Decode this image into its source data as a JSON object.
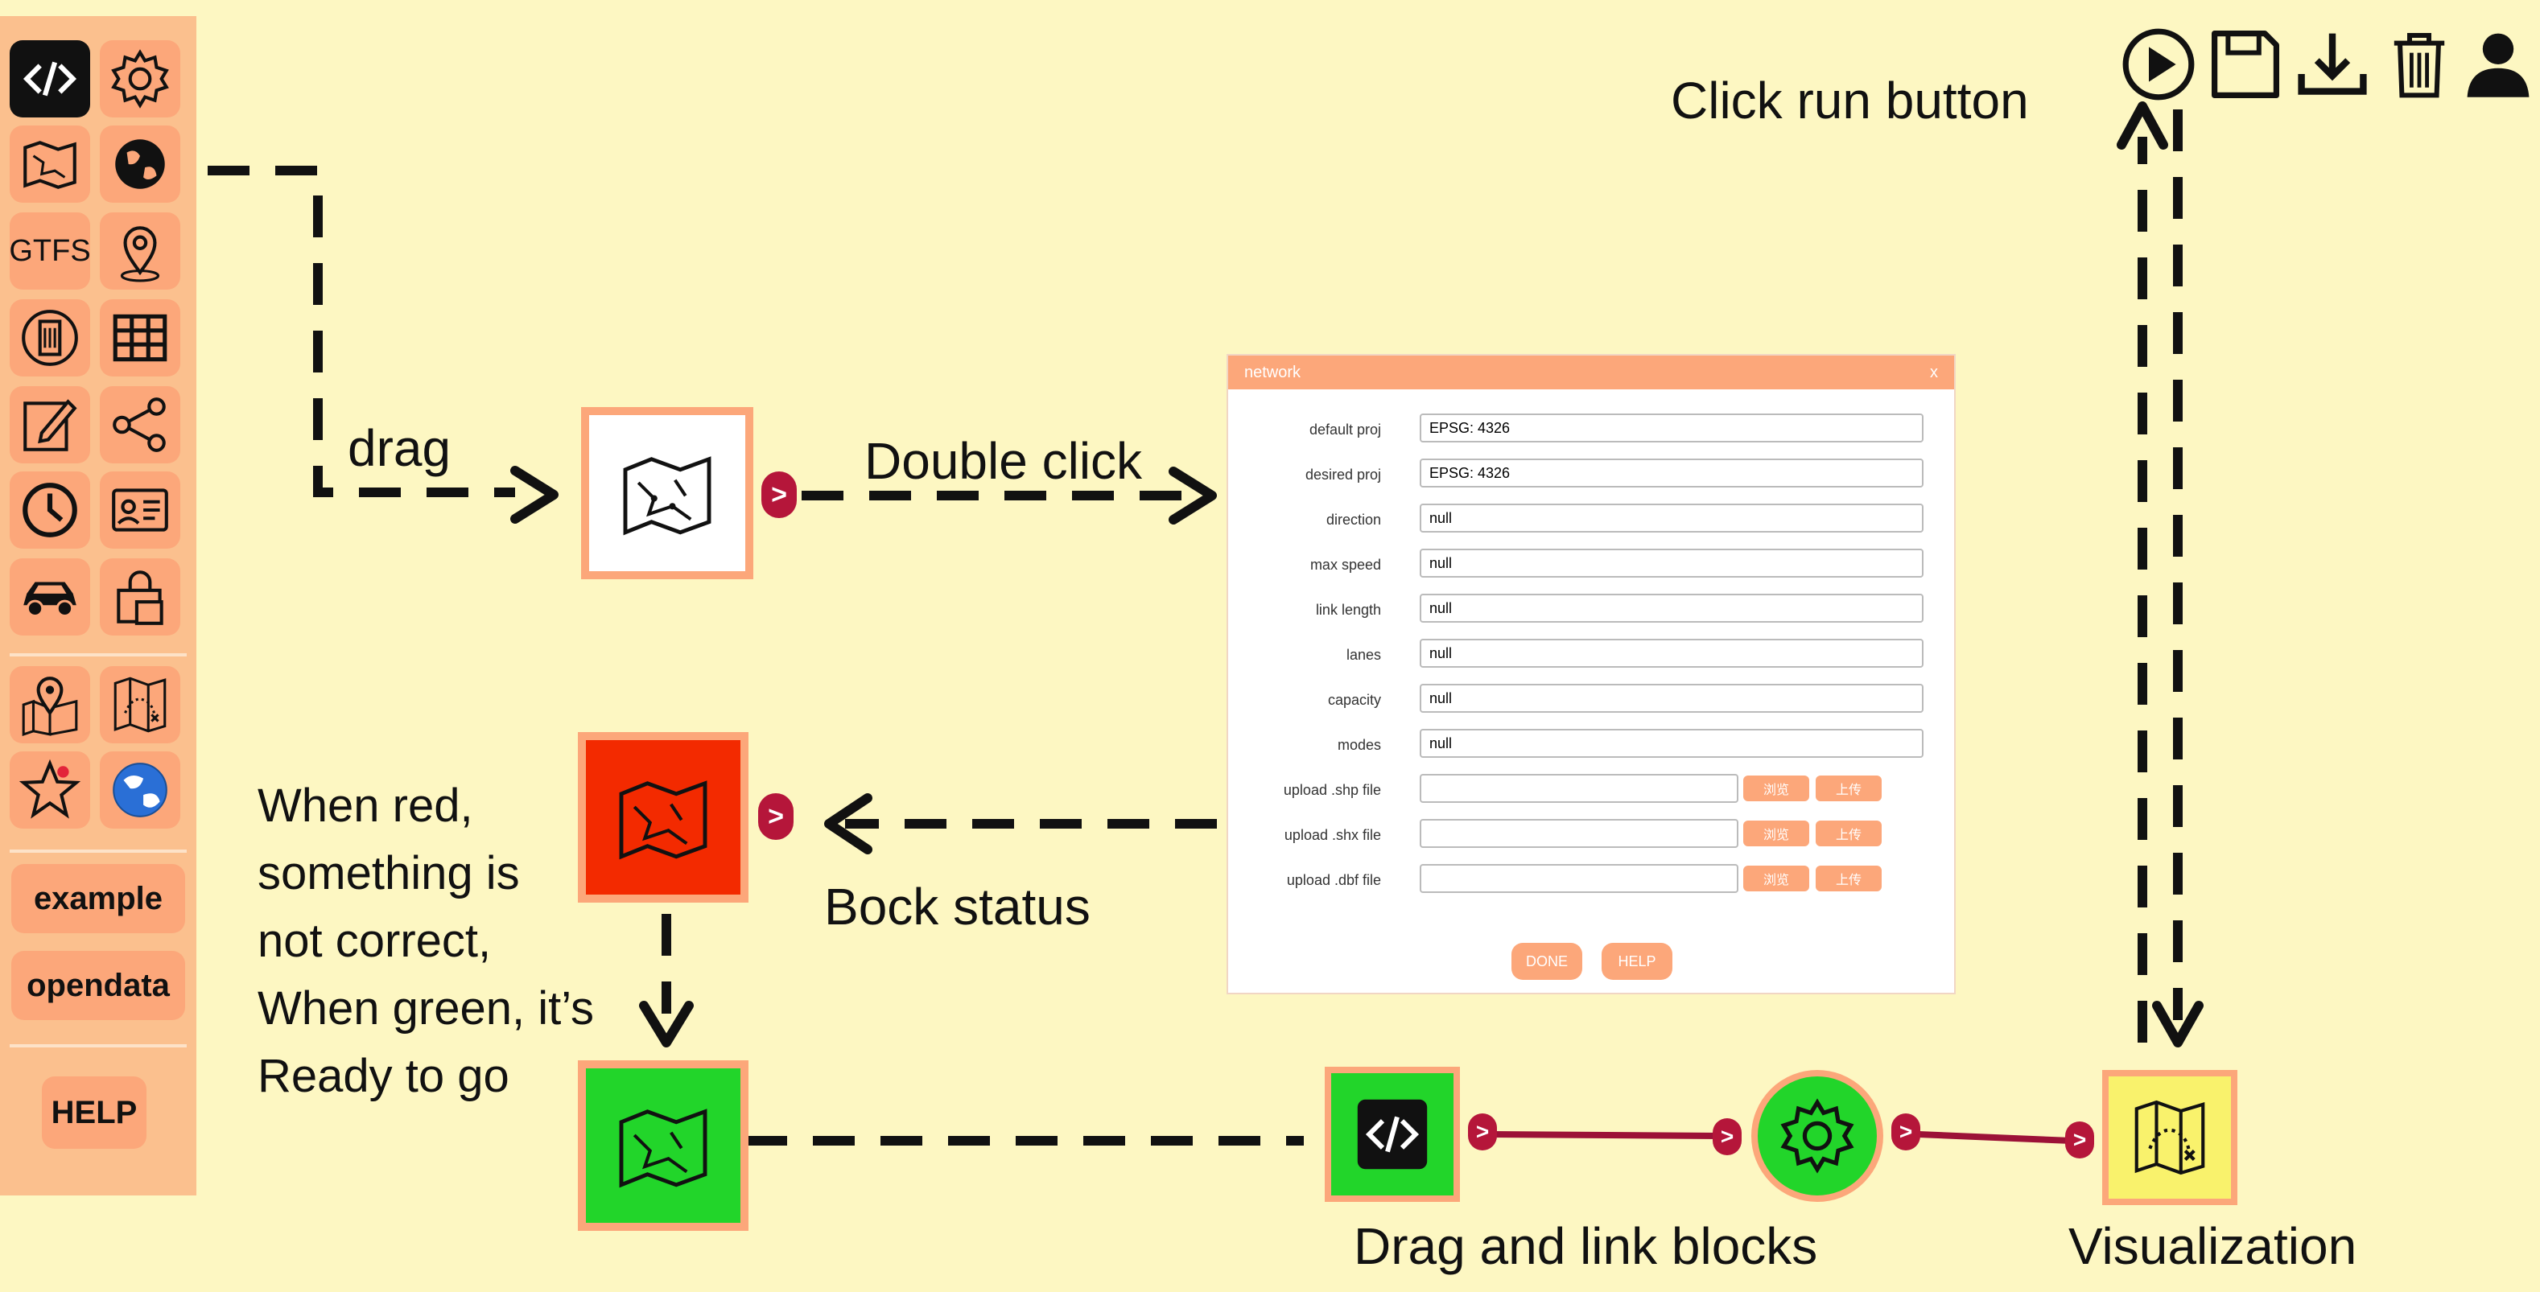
{
  "sidebar": {
    "tools": [
      {
        "icon": "code-icon"
      },
      {
        "icon": "gear-icon"
      },
      {
        "icon": "map-icon"
      },
      {
        "icon": "globe-icon"
      },
      {
        "icon": "gtfs-icon",
        "label": "GTFS"
      },
      {
        "icon": "location-pin-icon"
      },
      {
        "icon": "building-icon"
      },
      {
        "icon": "grid-table-icon"
      },
      {
        "icon": "edit-icon"
      },
      {
        "icon": "share-icon"
      },
      {
        "icon": "clock-icon"
      },
      {
        "icon": "id-card-icon"
      },
      {
        "icon": "car-icon"
      },
      {
        "icon": "shopping-bag-icon"
      },
      {
        "icon": "map-pin-icon"
      },
      {
        "icon": "route-map-icon"
      },
      {
        "icon": "star-icon"
      },
      {
        "icon": "earth-icon"
      }
    ],
    "example_label": "example",
    "opendata_label": "opendata",
    "help_label": "HELP"
  },
  "annotations": {
    "drag": "drag",
    "double_click": "Double click",
    "block_status": "Bock status",
    "status_explain": "When red, something is not correct, When green, it’s Ready to go",
    "drag_link": "Drag and link blocks",
    "visualization": "Visualization",
    "click_run": "Click run button"
  },
  "port_label": ">",
  "dialog": {
    "title": "network",
    "close": "x",
    "fields": [
      {
        "label": "default proj",
        "value": "EPSG: 4326"
      },
      {
        "label": "desired proj",
        "value": "EPSG: 4326"
      },
      {
        "label": "direction",
        "value": "null"
      },
      {
        "label": "max speed",
        "value": "null"
      },
      {
        "label": "link length",
        "value": "null"
      },
      {
        "label": "lanes",
        "value": "null"
      },
      {
        "label": "capacity",
        "value": "null"
      },
      {
        "label": "modes",
        "value": "null"
      }
    ],
    "uploads": [
      {
        "label": "upload .shp file",
        "browse": "浏览",
        "upload": "上传"
      },
      {
        "label": "upload .shx file",
        "browse": "浏览",
        "upload": "上传"
      },
      {
        "label": "upload .dbf file",
        "browse": "浏览",
        "upload": "上传"
      }
    ],
    "done_label": "DONE",
    "help_label": "HELP"
  },
  "toolbar": {
    "icons": [
      "play-icon",
      "save-icon",
      "download-icon",
      "trash-icon",
      "user-icon"
    ]
  },
  "colors": {
    "background": "#fdf7c2",
    "sidebar": "#fbc08e",
    "tool_tile": "#fca77a",
    "block_error": "#f32a00",
    "block_ok": "#22d52a",
    "block_vis": "#f9f26c",
    "link_line": "#9c1237",
    "port": "#b5163a"
  }
}
